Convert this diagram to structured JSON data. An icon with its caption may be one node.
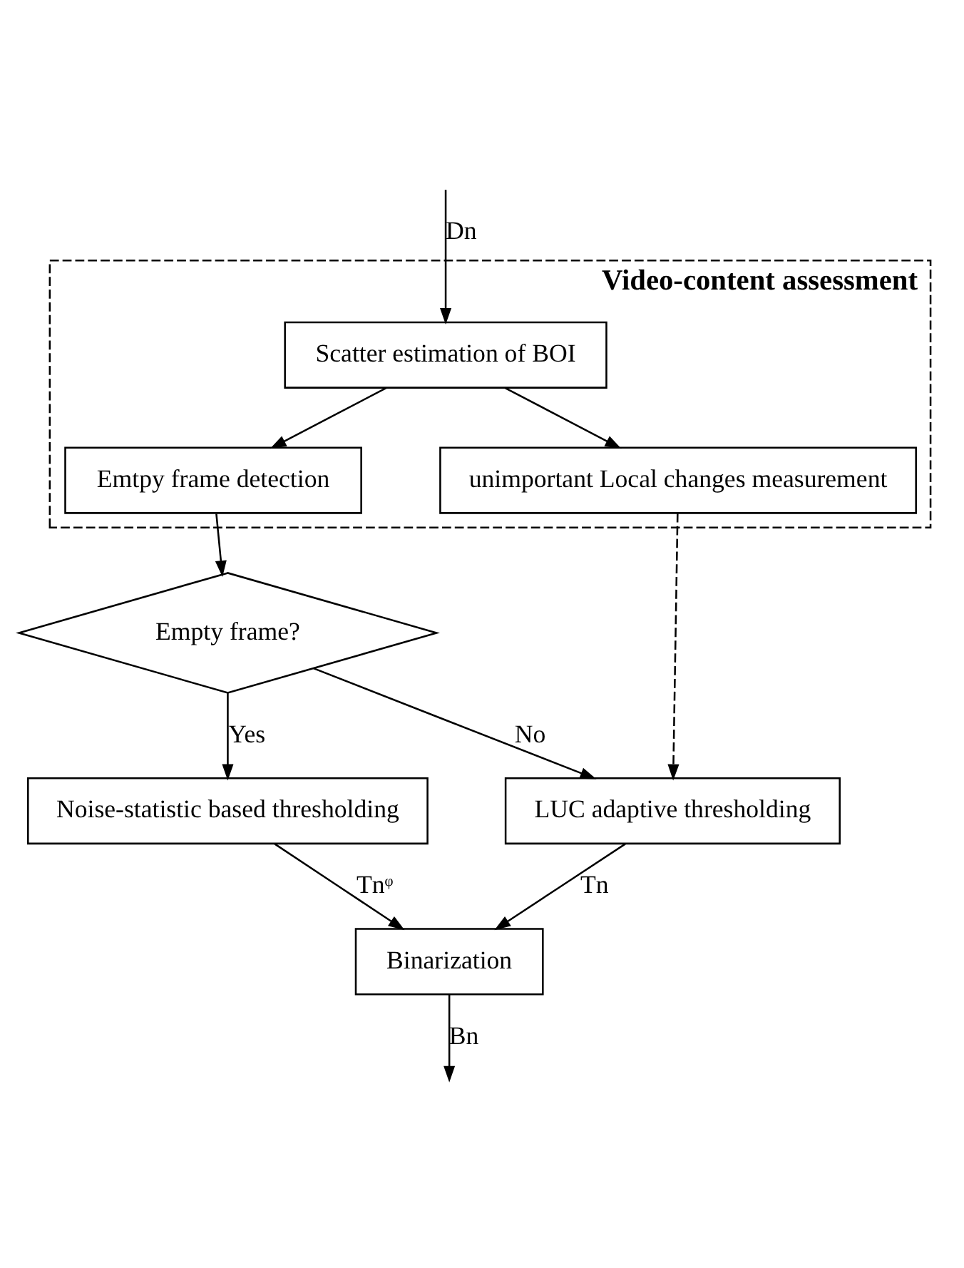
{
  "diagram": {
    "nodes": [
      {
        "text": [
          "Video-content assessment"
        ]
      },
      {
        "text": [
          "Scatter estimation of BOI"
        ],
        "in": 0
      },
      {
        "text": [
          "Emtpy frame detection"
        ],
        "in": 0
      },
      {
        "text": [
          "unimportant Local changes measurement"
        ],
        "in": 0
      },
      {
        "text": [
          "Empty frame?"
        ]
      },
      {
        "text": [
          "Noise-statistic based thresholding"
        ]
      },
      {
        "text": [
          "LUC adaptive thresholding"
        ]
      },
      {
        "text": [
          "Binarization"
        ]
      }
    ],
    "edges": [
      {
        "from": null,
        "to": 1,
        "arrow": "to",
        "label": "Dn"
      },
      {
        "from": 1,
        "to": 2,
        "arrow": "to"
      },
      {
        "from": 1,
        "to": 3,
        "arrow": "to"
      },
      {
        "from": 2,
        "to": 4,
        "arrow": "to"
      },
      {
        "from": 4,
        "to": 6,
        "arrow": "to",
        "label": "No"
      },
      {
        "from": 4,
        "to": 5,
        "arrow": "to",
        "label": "Yes"
      },
      {
        "from": 3,
        "to": 6,
        "arrow": "to",
        "style": "dashed"
      },
      {
        "from": 5,
        "to": 7,
        "arrow": "to",
        "label": "Tnᵠ"
      },
      {
        "from": 6,
        "to": 7,
        "arrow": "to",
        "label": "Tn"
      },
      {
        "from": 7,
        "to": null,
        "arrow": "to",
        "label": "Bn"
      }
    ]
  }
}
